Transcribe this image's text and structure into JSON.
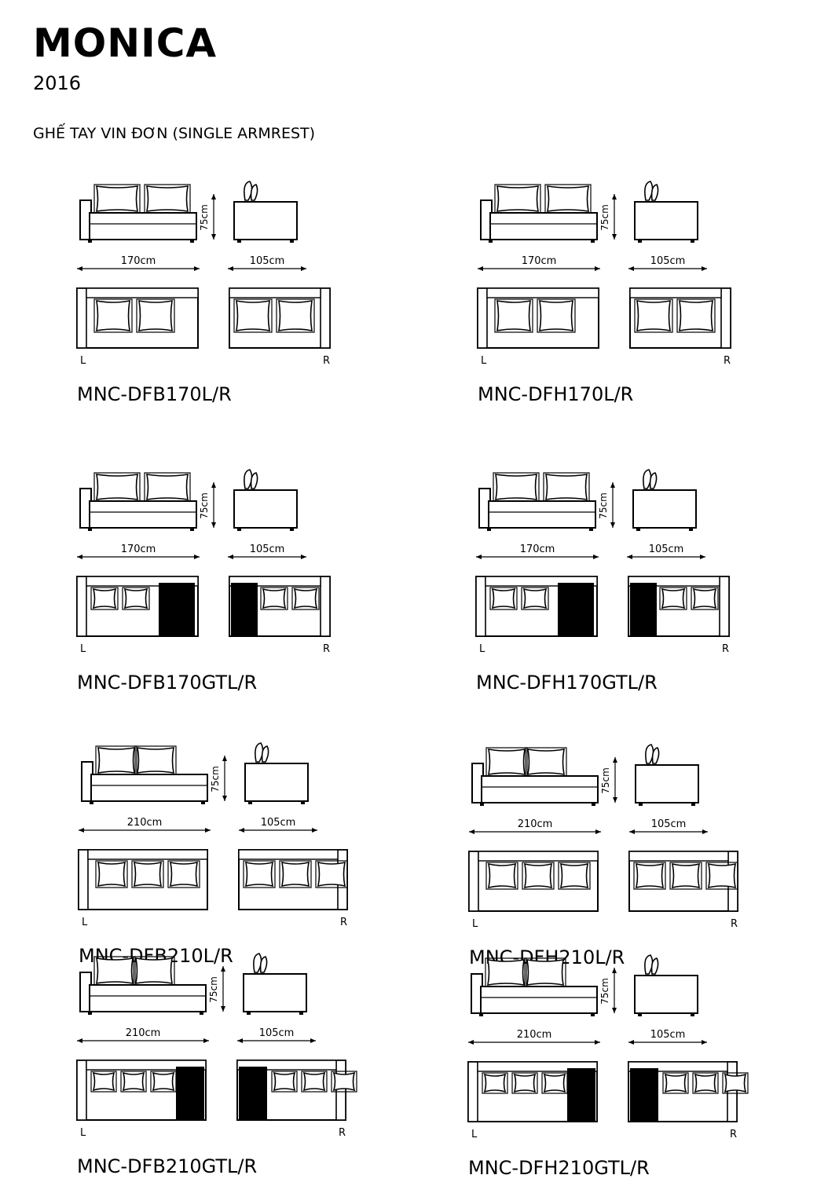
{
  "header": {
    "title": "MONICA",
    "year": "2016",
    "subtitle": "GHẾ TAY VIN ĐƠN (SINGLE ARMREST)"
  },
  "common": {
    "height_label": "75cm",
    "left_label": "L",
    "right_label": "R"
  },
  "products": [
    {
      "model": "MNC-DFB170L/R",
      "width_label": "170cm",
      "depth_label": "105cm",
      "cushions": 2,
      "chaise": false
    },
    {
      "model": "MNC-DFH170L/R",
      "width_label": "170cm",
      "depth_label": "105cm",
      "cushions": 2,
      "chaise": false
    },
    {
      "model": "MNC-DFB170GTL/R",
      "width_label": "170cm",
      "depth_label": "105cm",
      "cushions": 2,
      "chaise": true
    },
    {
      "model": "MNC-DFH170GTL/R",
      "width_label": "170cm",
      "depth_label": "105cm",
      "cushions": 2,
      "chaise": true
    },
    {
      "model": "MNC-DFB210L/R",
      "width_label": "210cm",
      "depth_label": "105cm",
      "cushions": 3,
      "chaise": false
    },
    {
      "model": "MNC-DFH210L/R",
      "width_label": "210cm",
      "depth_label": "105cm",
      "cushions": 3,
      "chaise": false
    },
    {
      "model": "MNC-DFB210GTL/R",
      "width_label": "210cm",
      "depth_label": "105cm",
      "cushions": 3,
      "chaise": true
    },
    {
      "model": "MNC-DFH210GTL/R",
      "width_label": "210cm",
      "depth_label": "105cm",
      "cushions": 3,
      "chaise": true
    }
  ]
}
